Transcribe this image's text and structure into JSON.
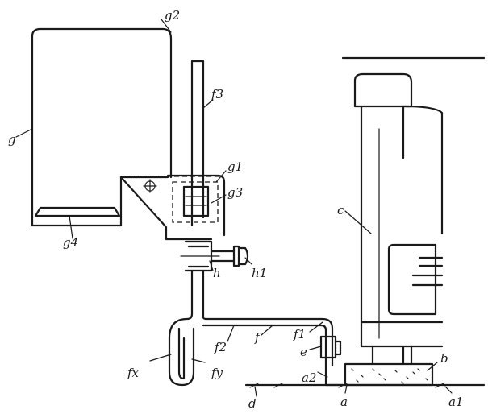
{
  "labels": {
    "g": "g",
    "g1": "g1",
    "g2": "g2",
    "g3": "g3",
    "g4": "g4",
    "f": "f",
    "f1": "f1",
    "f2": "f2",
    "f3": "f3",
    "fx": "fx",
    "fy": "fy",
    "h": "h",
    "h1": "h1",
    "c": "c",
    "e": "e",
    "b": "b",
    "a": "a",
    "a1": "a1",
    "a2": "a2",
    "d": "d"
  }
}
